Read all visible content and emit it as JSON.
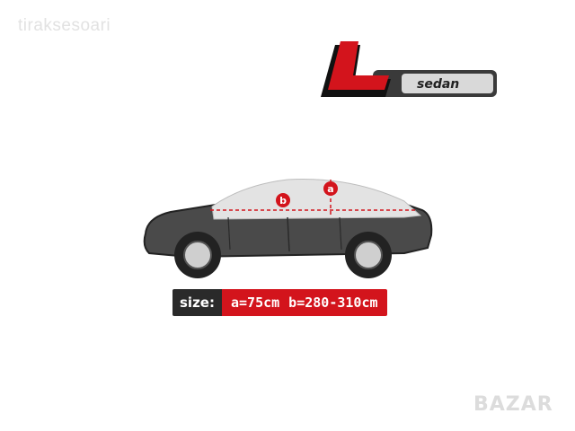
{
  "watermark": "tiraksesoari",
  "badge": {
    "letter": "L",
    "label": "sedan"
  },
  "diagram": {
    "marker_a": "a",
    "marker_b": "b"
  },
  "specs": {
    "key": "size:",
    "a": "a=75cm",
    "b": "b=280-310cm"
  },
  "bazar_logo": "BAZAR",
  "colors": {
    "accent": "#d3141c",
    "dark": "#2a2a2a"
  }
}
